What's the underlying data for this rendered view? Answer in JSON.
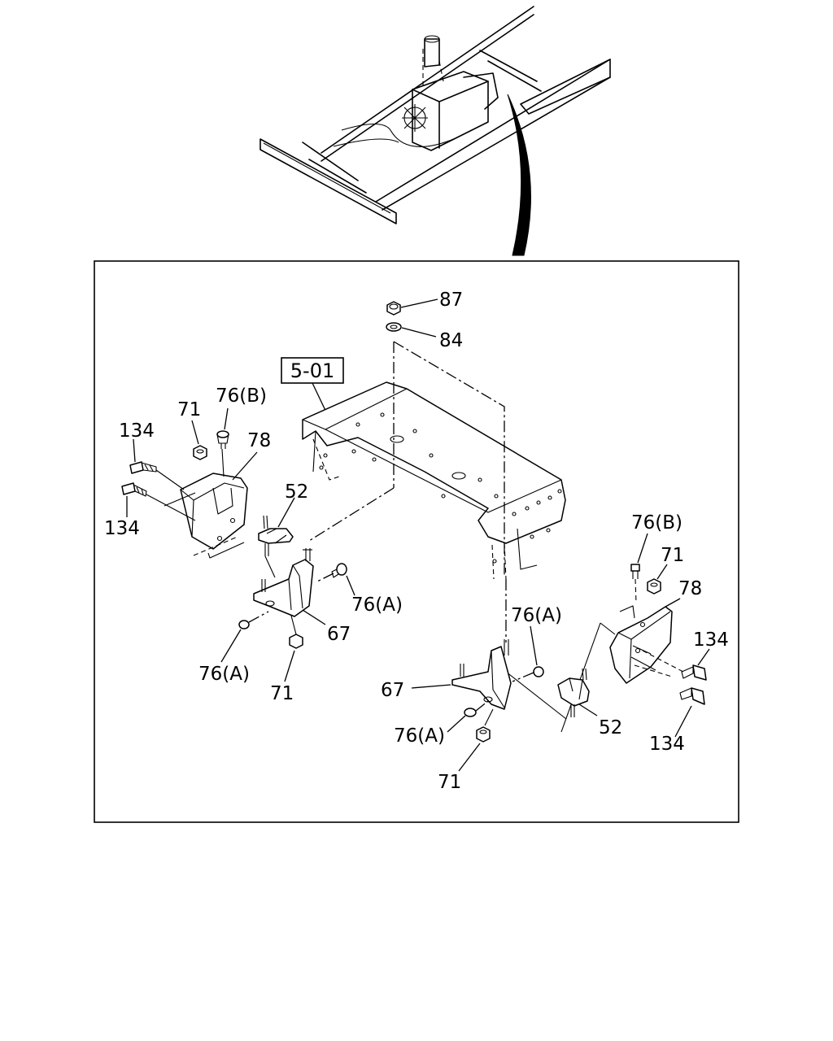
{
  "diagram": {
    "reference_label": "5-01",
    "callouts": {
      "c87": "87",
      "c84": "84",
      "l76b": "76(B)",
      "l71": "71",
      "l78": "78",
      "l134a": "134",
      "l134b": "134",
      "l52": "52",
      "l76a_r": "76(A)",
      "l67": "67",
      "l76a_bl": "76(A)",
      "l71_b": "71",
      "r76b": "76(B)",
      "r71": "71",
      "r78": "78",
      "r134a": "134",
      "r134b": "134",
      "r76a_t": "76(A)",
      "r67": "67",
      "r76a_b": "76(A)",
      "r52": "52",
      "r71_b": "71"
    }
  }
}
